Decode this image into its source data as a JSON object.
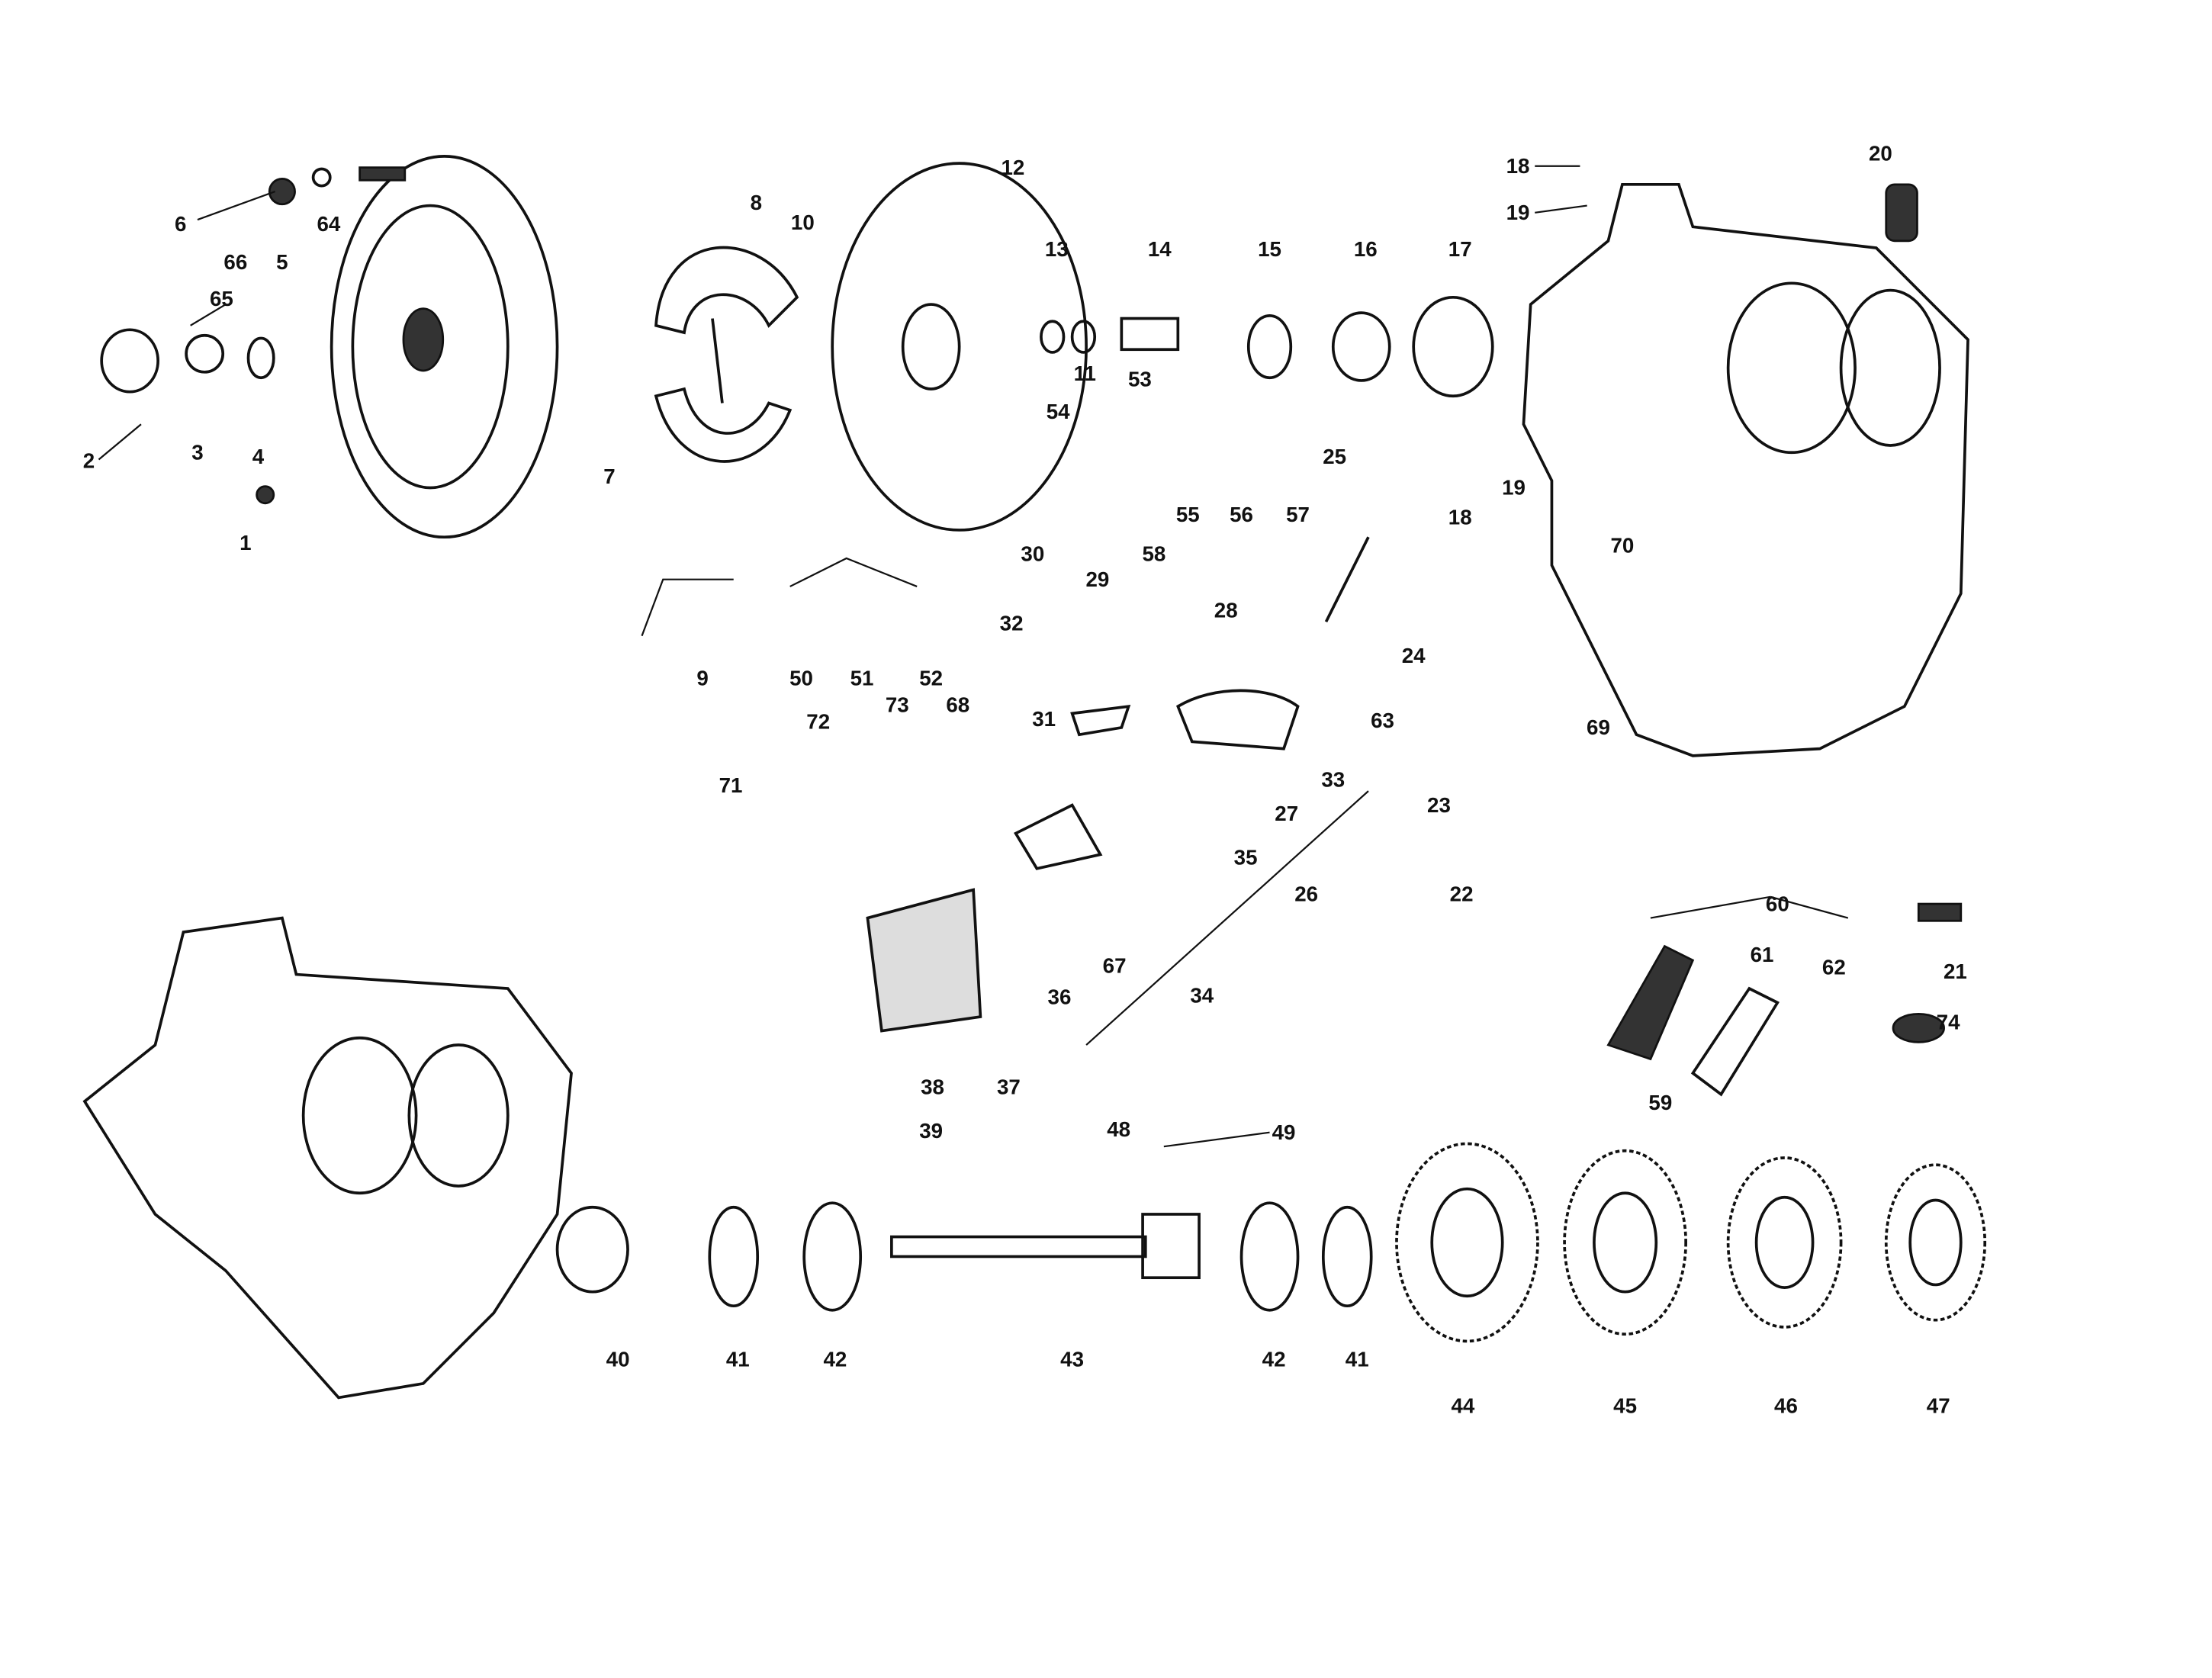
{
  "diagram": {
    "type": "exploded-parts-diagram",
    "part_labels": [
      "6",
      "66",
      "64",
      "5",
      "65",
      "2",
      "3",
      "4",
      "1",
      "8",
      "10",
      "12",
      "7",
      "9",
      "13",
      "14",
      "15",
      "16",
      "17",
      "11",
      "53",
      "54",
      "55",
      "56",
      "57",
      "25",
      "30",
      "29",
      "58",
      "18",
      "19",
      "20",
      "18",
      "19",
      "70",
      "69",
      "23",
      "22",
      "21",
      "60",
      "61",
      "62",
      "74",
      "59",
      "24",
      "63",
      "28",
      "31",
      "33",
      "27",
      "35",
      "26",
      "34",
      "32",
      "50",
      "51",
      "52",
      "72",
      "73",
      "68",
      "71",
      "67",
      "36",
      "37",
      "38",
      "39",
      "48",
      "49",
      "40",
      "41",
      "42",
      "43",
      "42",
      "41",
      "44",
      "45",
      "46",
      "47"
    ]
  }
}
